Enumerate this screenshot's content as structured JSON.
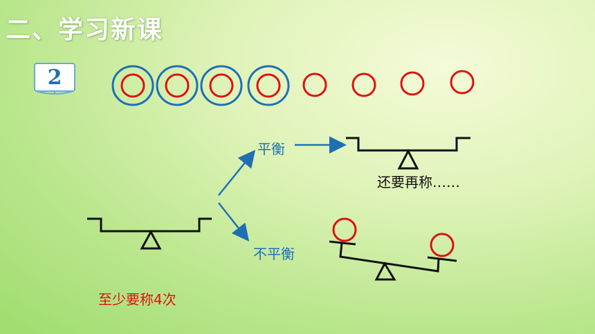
{
  "header": {
    "title": "二、学习新课"
  },
  "badge": {
    "number": "2"
  },
  "branches": {
    "balanced": "平衡",
    "unbalanced": "不平衡"
  },
  "note_balanced": "还要再称……",
  "conclusion": "至少要称4次",
  "colors": {
    "circle_red": "#e01010",
    "ring_blue": "#1f6fb5",
    "arrow_blue": "#1f6fb5"
  },
  "circles": {
    "grouped_pairs": 4,
    "single": 4
  }
}
